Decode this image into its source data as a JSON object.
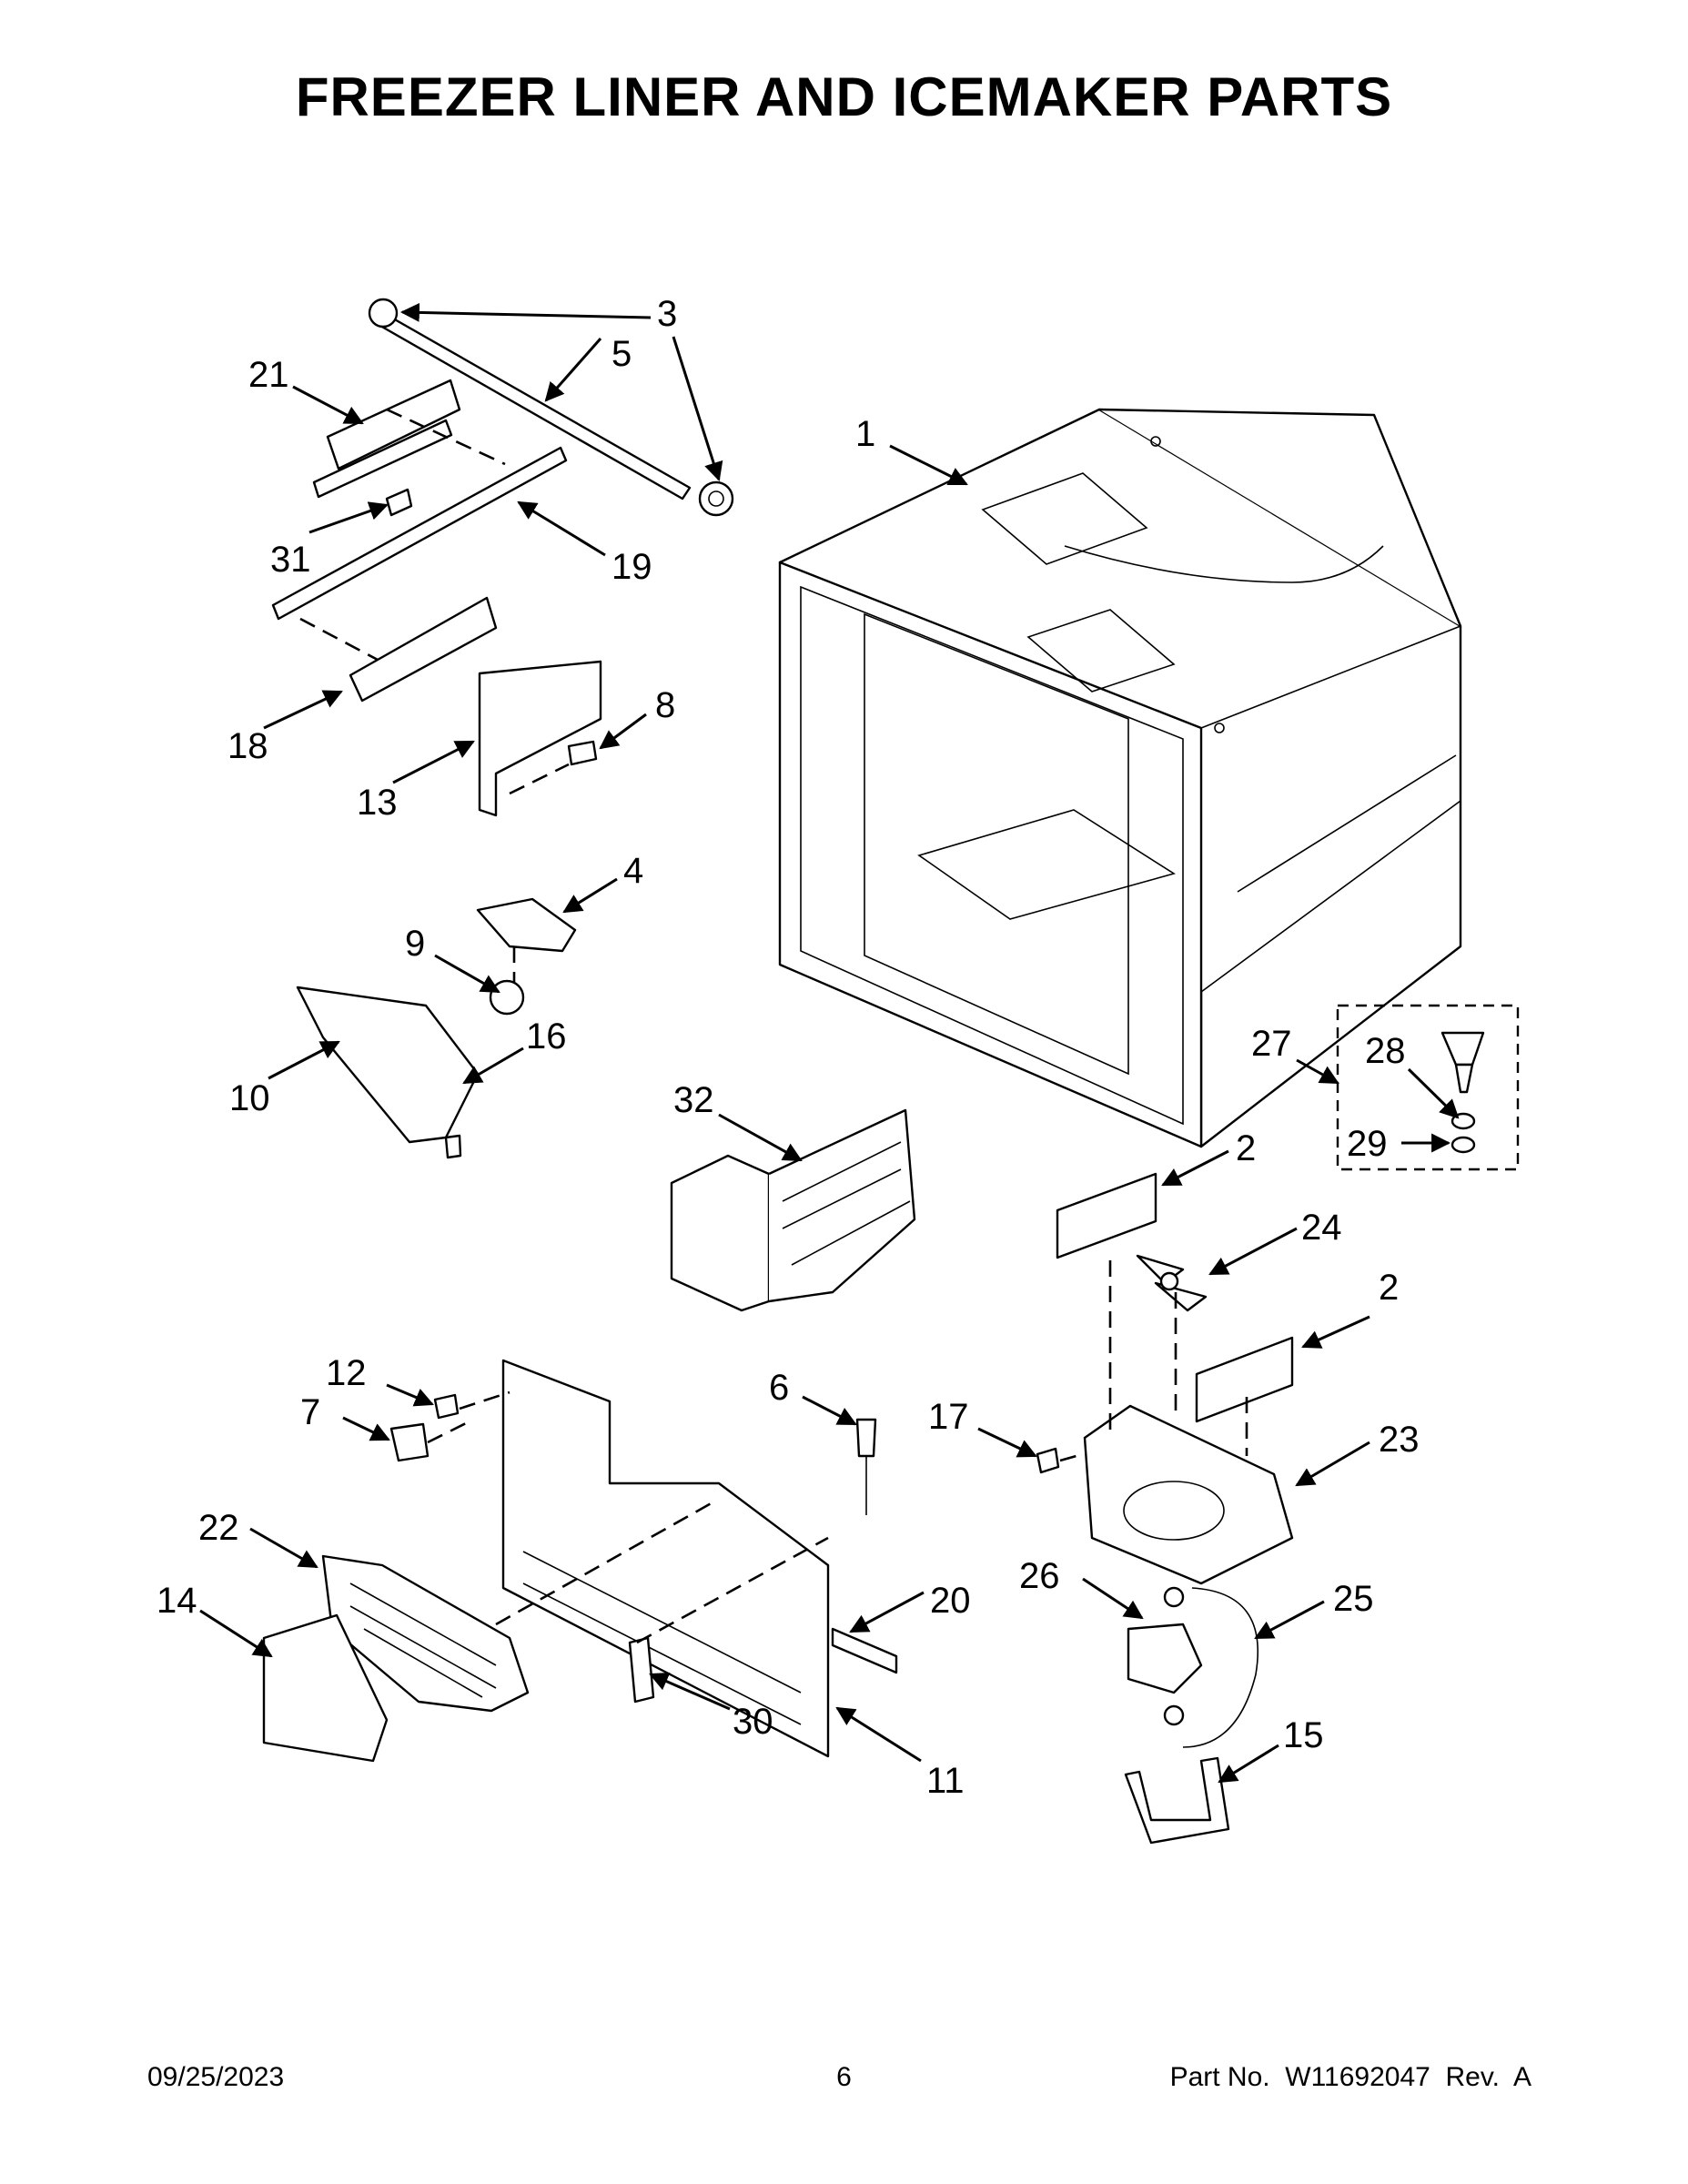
{
  "title": "FREEZER LINER AND ICEMAKER PARTS",
  "footer": {
    "date": "09/25/2023",
    "page": "6",
    "part_no": "Part No.  W11692047  Rev.  A"
  },
  "callouts": {
    "c1": "1",
    "c2a": "2",
    "c2b": "2",
    "c3": "3",
    "c4": "4",
    "c5": "5",
    "c6": "6",
    "c7": "7",
    "c8": "8",
    "c9": "9",
    "c10": "10",
    "c11": "11",
    "c12": "12",
    "c13": "13",
    "c14": "14",
    "c15": "15",
    "c16": "16",
    "c17": "17",
    "c18": "18",
    "c19": "19",
    "c20": "20",
    "c21": "21",
    "c22": "22",
    "c23": "23",
    "c24": "24",
    "c25": "25",
    "c26": "26",
    "c27": "27",
    "c28": "28",
    "c29": "29",
    "c30": "30",
    "c31": "31",
    "c32": "32"
  }
}
